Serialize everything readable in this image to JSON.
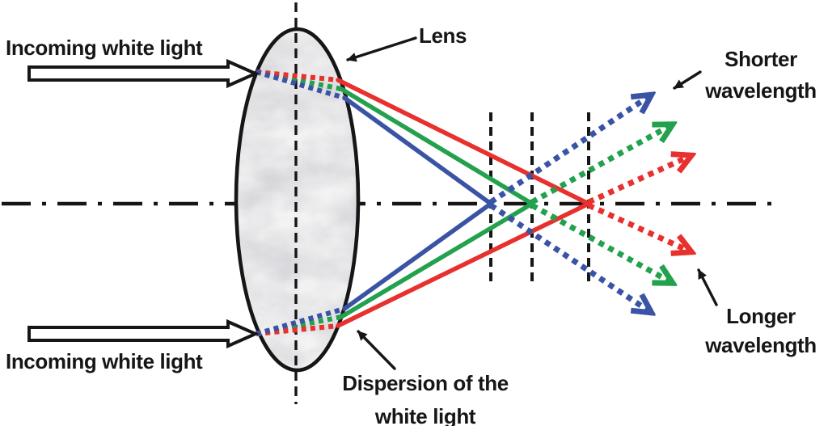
{
  "colors": {
    "ray-red": "#e8302e",
    "ray-green": "#23a14d",
    "ray-blue": "#3a53a5",
    "ink": "#161616"
  },
  "labels": {
    "incoming_top": "Incoming white light",
    "incoming_bottom": "Incoming white light",
    "lens": "Lens",
    "shorter": {
      "line1": "Shorter",
      "line2": "wavelength"
    },
    "longer": {
      "line1": "Longer",
      "line2": "wavelength"
    },
    "dispersion": {
      "line1": "Dispersion of the",
      "line2": "white light"
    }
  }
}
